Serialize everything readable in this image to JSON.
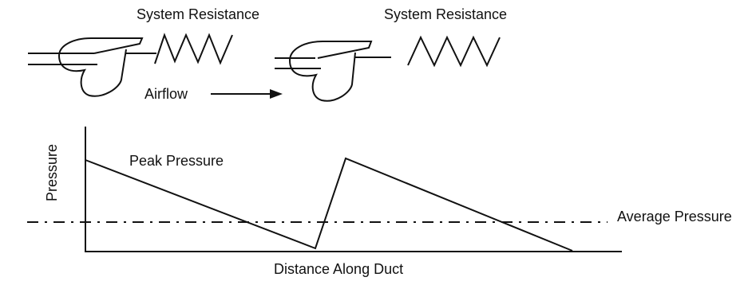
{
  "labels": {
    "system_resistance_1": "System Resistance",
    "system_resistance_2": "System Resistance",
    "airflow": "Airflow",
    "pressure_axis": "Pressure",
    "peak_pressure": "Peak Pressure",
    "average_pressure": "Average Pressure",
    "distance_axis": "Distance Along Duct"
  }
}
